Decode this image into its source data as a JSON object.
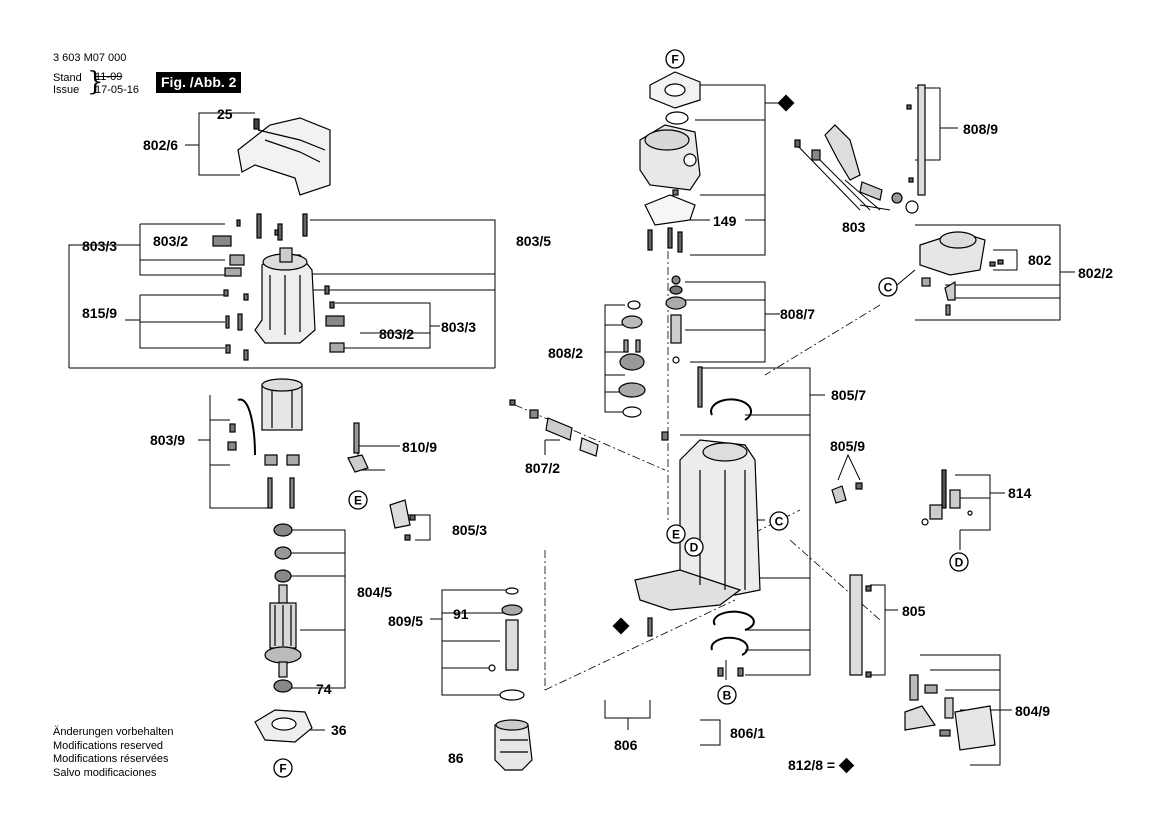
{
  "header": {
    "doc_number": "3 603 M07 000",
    "stand_label": "Stand",
    "issue_label": "Issue",
    "stand_value": "11-09",
    "issue_value": "17-05-16",
    "figure": "Fig. /Abb. 2"
  },
  "notes": [
    "Änderungen vorbehalten",
    "Modifications reserved",
    "Modifications réservées",
    "Salvo modificaciones"
  ],
  "legend": {
    "text": "812/8 ="
  },
  "part_labels": [
    "25",
    "802/6",
    "803/3",
    "803/2",
    "803/5",
    "815/9",
    "803/2",
    "803/3",
    "803/9",
    "810/9",
    "805/3",
    "804/5",
    "74",
    "36",
    "149",
    "808/7",
    "808/2",
    "807/2",
    "809/5",
    "91",
    "86",
    "806",
    "806/1",
    "805/7",
    "805/9",
    "814",
    "805",
    "804/9",
    "808/9",
    "803",
    "802",
    "802/2"
  ],
  "circle_labels": [
    "F",
    "F",
    "E",
    "E",
    "D",
    "D",
    "C",
    "C",
    "B"
  ]
}
